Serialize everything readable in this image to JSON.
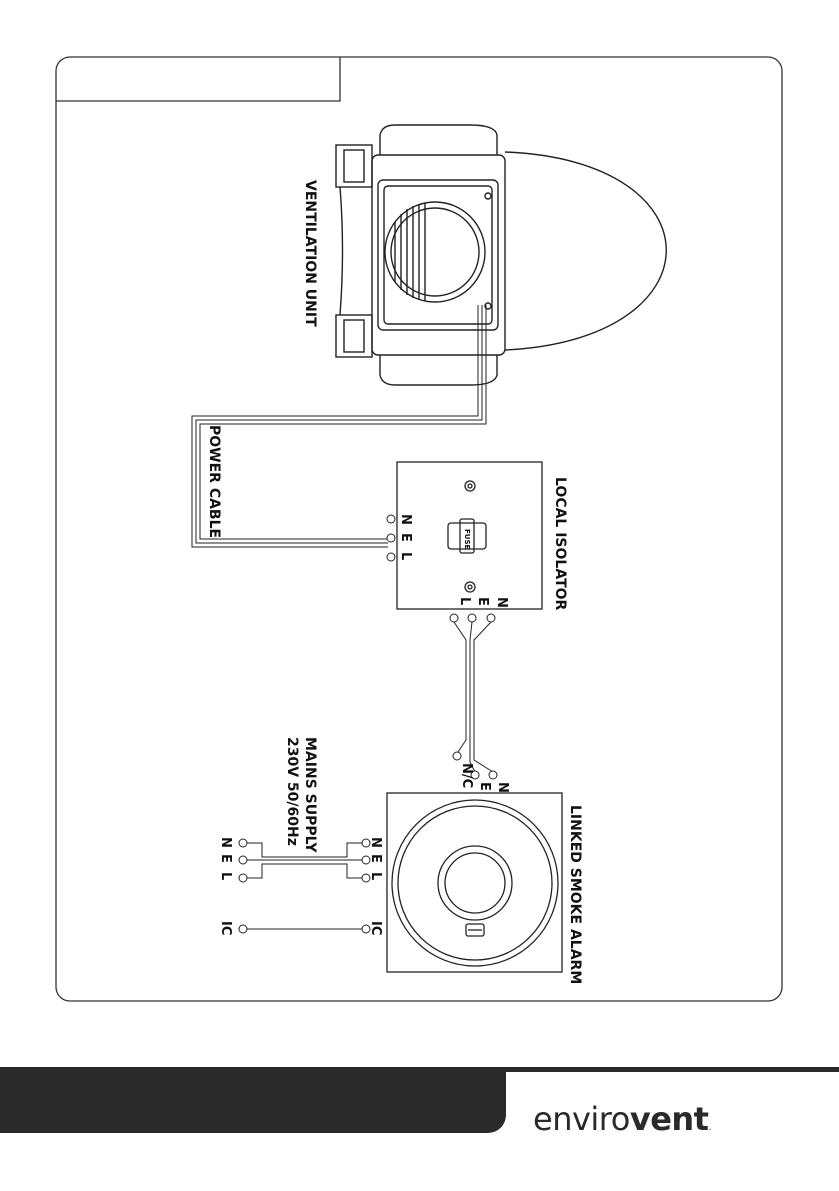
{
  "labels": {
    "ventilation_unit": "VENTILATION UNIT",
    "power_cable": "POWER CABLE",
    "local_isolator": "LOCAL ISOLATOR",
    "mains_supply_line1": "MAINS SUPPLY",
    "mains_supply_line2": "230V 50/60Hz",
    "linked_smoke_alarm": "LINKED SMOKE ALARM",
    "fuse": "FUSE"
  },
  "terminals": {
    "isolator_left": [
      "N",
      "E",
      "L"
    ],
    "isolator_bottom": [
      "N",
      "E",
      "L"
    ],
    "alarm_top": [
      "N",
      "E",
      "N/C"
    ],
    "alarm_left": [
      "N",
      "E",
      "L"
    ],
    "alarm_ic": "IC",
    "mains": [
      "N",
      "E",
      "L"
    ],
    "mains_ic": "IC"
  },
  "brand": {
    "light": "enviro",
    "bold": "vent",
    "dot": "."
  }
}
